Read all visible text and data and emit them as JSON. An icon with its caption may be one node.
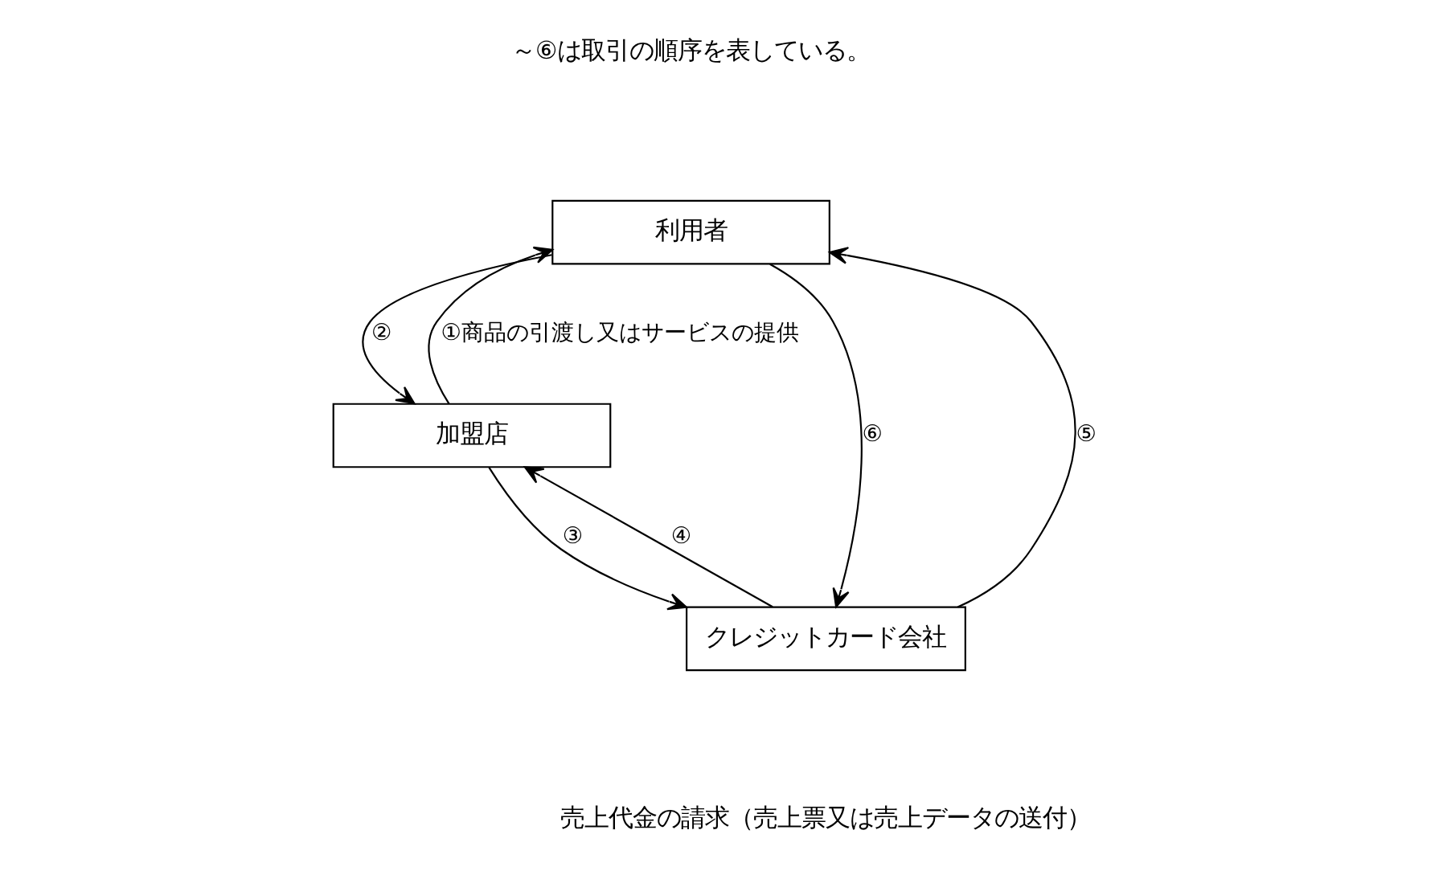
{
  "diagram": {
    "nodes": [
      {
        "text": [
          "利用者"
        ]
      },
      {
        "text": [
          "加盟店"
        ]
      },
      {
        "text": [
          "クレジットカード会社"
        ]
      }
    ],
    "edges": [
      {
        "from": 1,
        "to": 0,
        "arrow": "to",
        "label": "①商品の引渡し又はサービスの提供"
      },
      {
        "from": 0,
        "to": 1,
        "arrow": "to",
        "label": "②"
      },
      {
        "from": 1,
        "to": 2,
        "arrow": "to",
        "label": "③"
      },
      {
        "from": 2,
        "to": 1,
        "arrow": "to",
        "label": "④"
      },
      {
        "from": 2,
        "to": 0,
        "arrow": "to",
        "label": "⑤"
      },
      {
        "from": 0,
        "to": 2,
        "arrow": "to",
        "label": "⑥"
      }
    ],
    "labels": [
      "～⑥は取引の順序を表している。",
      "売上代金の請求（売上票又は売上データの送付）"
    ]
  }
}
